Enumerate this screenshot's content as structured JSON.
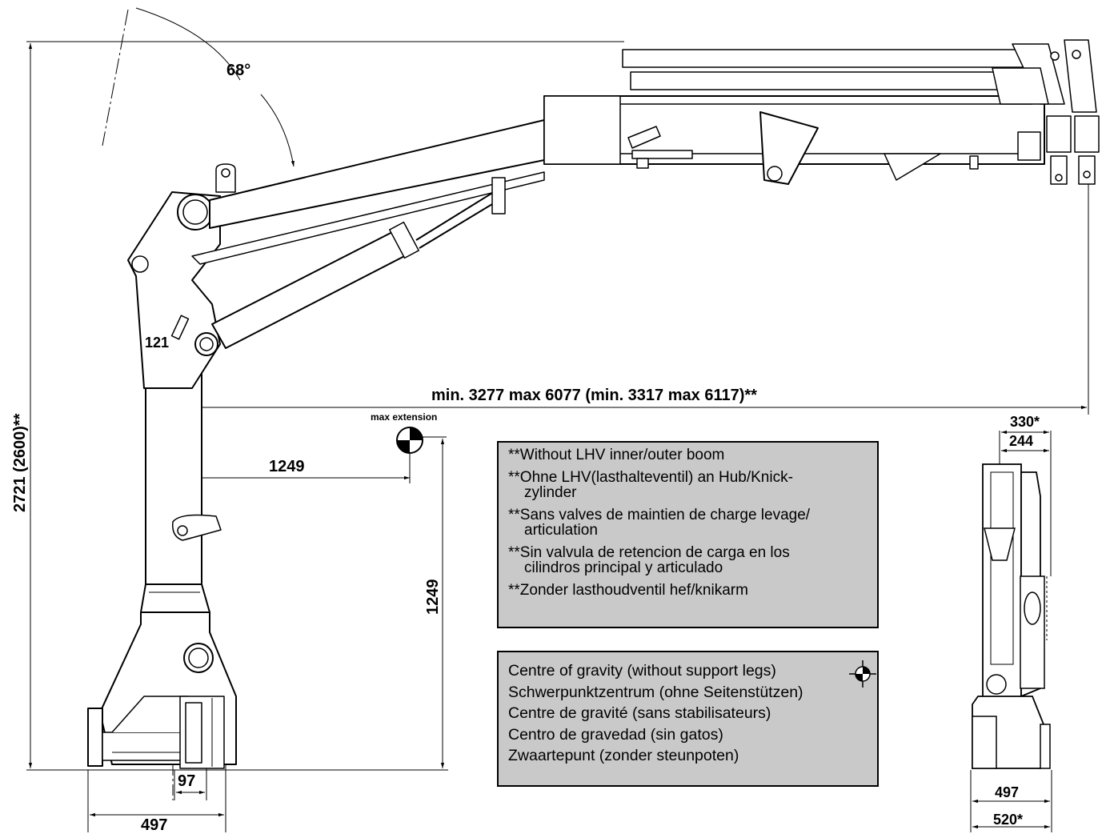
{
  "dimensions": {
    "angle": "68°",
    "total_height": "2721 (2600)**",
    "reach": "min. 3277 max 6077 (min. 3317 max 6117)**",
    "horizontal_cg": "1249",
    "vertical_cg": "1249",
    "offset_121": "121",
    "offset_97": "97",
    "base_width": "497",
    "side_width_330": "330*",
    "side_width_244": "244",
    "side_width_497": "497",
    "side_width_520": "520*"
  },
  "labels": {
    "max_extension": "max extension"
  },
  "notes": [
    {
      "line1": "**Without LHV inner/outer boom",
      "line2": ""
    },
    {
      "line1": "**Ohne LHV(lasthalteventil) an Hub/Knick-",
      "line2": "zylinder"
    },
    {
      "line1": "**Sans valves de maintien de charge levage/",
      "line2": "articulation"
    },
    {
      "line1": "**Sin valvula de retencion de carga en los",
      "line2": "cilindros principal y articulado"
    },
    {
      "line1": "**Zonder lasthoudventil hef/knikarm",
      "line2": ""
    }
  ],
  "centre_of_gravity": [
    "Centre of gravity (without support legs)",
    "Schwerpunktzentrum (ohne Seitenstützen)",
    "Centre de gravité (sans stabilisateurs)",
    "Centro de gravedad (sin gatos)",
    "Zwaartepunt (zonder steunpoten)"
  ],
  "colors": {
    "note_background": "#c9c9c9",
    "line": "#000000"
  }
}
